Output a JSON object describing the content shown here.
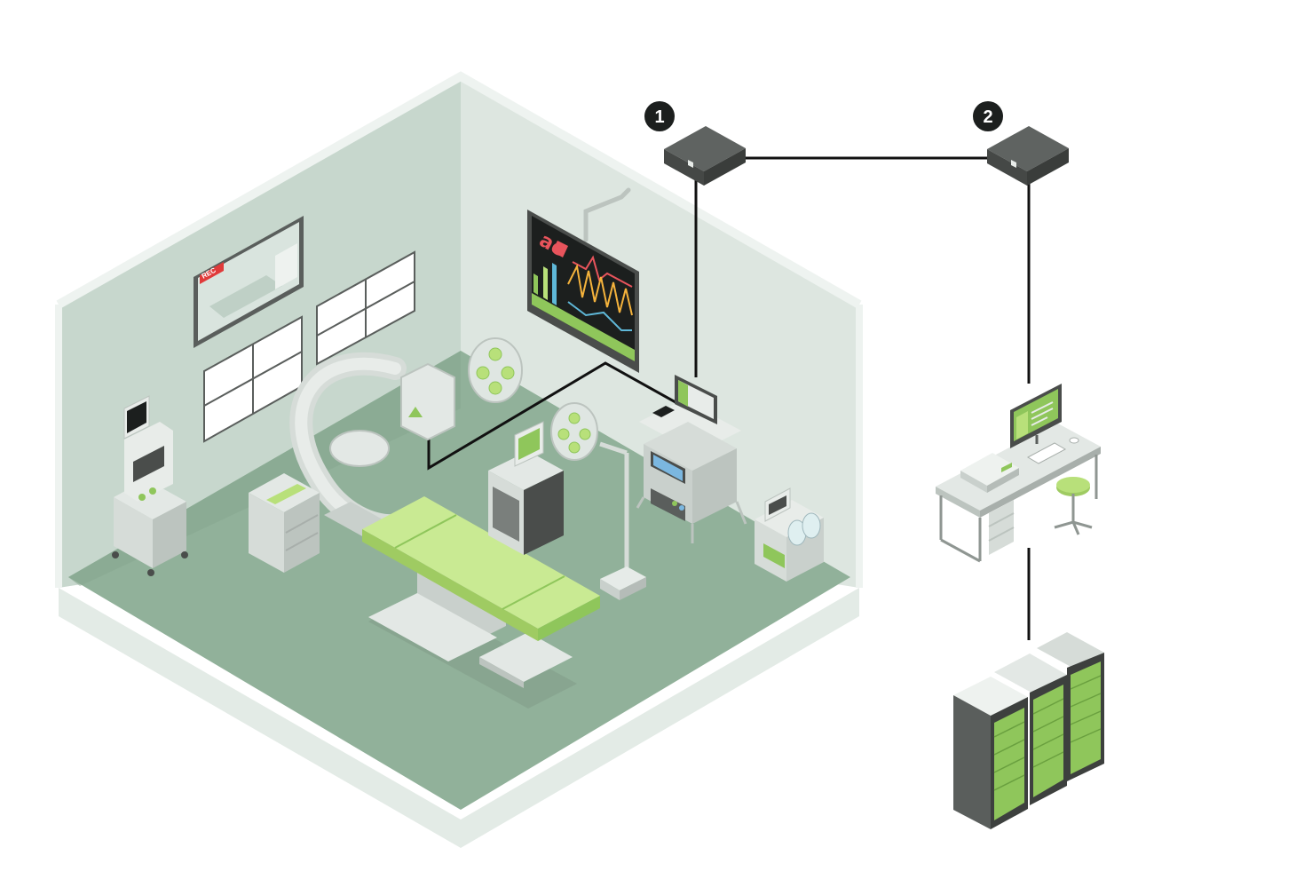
{
  "badges": [
    {
      "number": "1"
    },
    {
      "number": "2"
    }
  ],
  "room": {
    "video_monitor": {
      "label": "REC"
    },
    "vital_display": {
      "logo": "ae"
    }
  },
  "colors": {
    "room_floor": "#91b19a",
    "room_wall_left": "#c7d7cd",
    "room_wall_right": "#dde6e0",
    "accent_green": "#b8e07a",
    "device_dark": "#4a4d4b",
    "rack_green": "#8fc65b",
    "cable": "#111111",
    "rec_red": "#e03a3a"
  },
  "icons": [
    "encoder-box",
    "decoder-box",
    "workstation",
    "server-rack",
    "operating-table",
    "c-arm",
    "surgical-light"
  ]
}
